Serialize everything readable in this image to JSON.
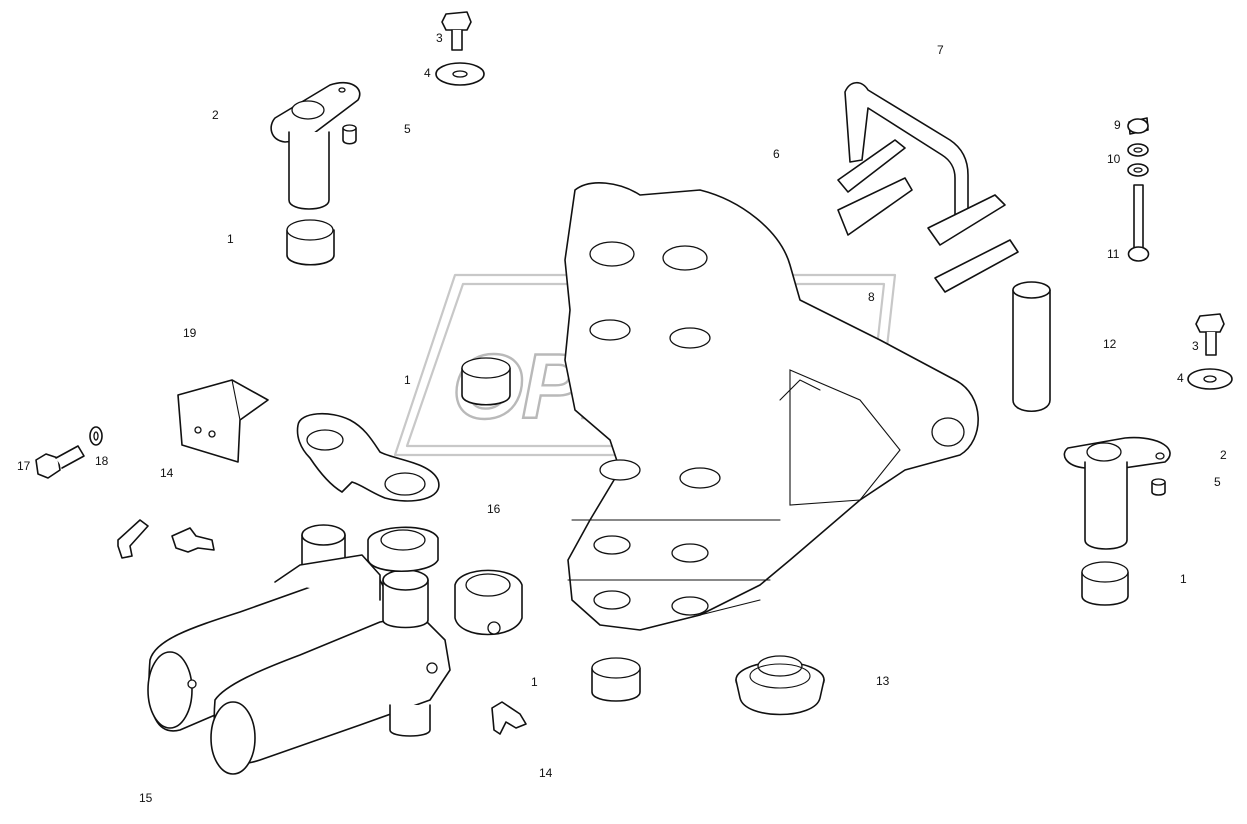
{
  "watermark": {
    "text": "OPEX"
  },
  "callouts": [
    {
      "id": "c1a",
      "part": "bushing",
      "label": "1"
    },
    {
      "id": "c1b",
      "part": "bushing",
      "label": "1"
    },
    {
      "id": "c1c",
      "part": "bushing",
      "label": "1"
    },
    {
      "id": "c1d",
      "part": "bushing",
      "label": "1"
    },
    {
      "id": "c2a",
      "part": "pivot-pin-with-flange",
      "label": "2"
    },
    {
      "id": "c2b",
      "part": "pivot-pin-with-flange",
      "label": "2"
    },
    {
      "id": "c3a",
      "part": "bolt",
      "label": "3"
    },
    {
      "id": "c3b",
      "part": "bolt",
      "label": "3"
    },
    {
      "id": "c4a",
      "part": "washer",
      "label": "4"
    },
    {
      "id": "c4b",
      "part": "washer",
      "label": "4"
    },
    {
      "id": "c5a",
      "part": "grease-nipple",
      "label": "5"
    },
    {
      "id": "c5b",
      "part": "grease-nipple",
      "label": "5"
    },
    {
      "id": "c6",
      "part": "swing-frame",
      "label": "6"
    },
    {
      "id": "c7",
      "part": "handle-bracket",
      "label": "7"
    },
    {
      "id": "c8",
      "part": "plate",
      "label": "8"
    },
    {
      "id": "c9",
      "part": "nut",
      "label": "9"
    },
    {
      "id": "c10",
      "part": "washer",
      "label": "10"
    },
    {
      "id": "c11",
      "part": "long-bolt",
      "label": "11"
    },
    {
      "id": "c12",
      "part": "pin",
      "label": "12"
    },
    {
      "id": "c13",
      "part": "seal-ring",
      "label": "13"
    },
    {
      "id": "c14a",
      "part": "elbow-fitting",
      "label": "14"
    },
    {
      "id": "c14b",
      "part": "elbow-fitting",
      "label": "14"
    },
    {
      "id": "c15",
      "part": "hydraulic-cylinder",
      "label": "15"
    },
    {
      "id": "c16",
      "part": "hose-clamp-plate",
      "label": "16"
    },
    {
      "id": "c17",
      "part": "bolt",
      "label": "17"
    },
    {
      "id": "c18",
      "part": "spring-washer",
      "label": "18"
    },
    {
      "id": "c19",
      "part": "bracket",
      "label": "19"
    }
  ]
}
